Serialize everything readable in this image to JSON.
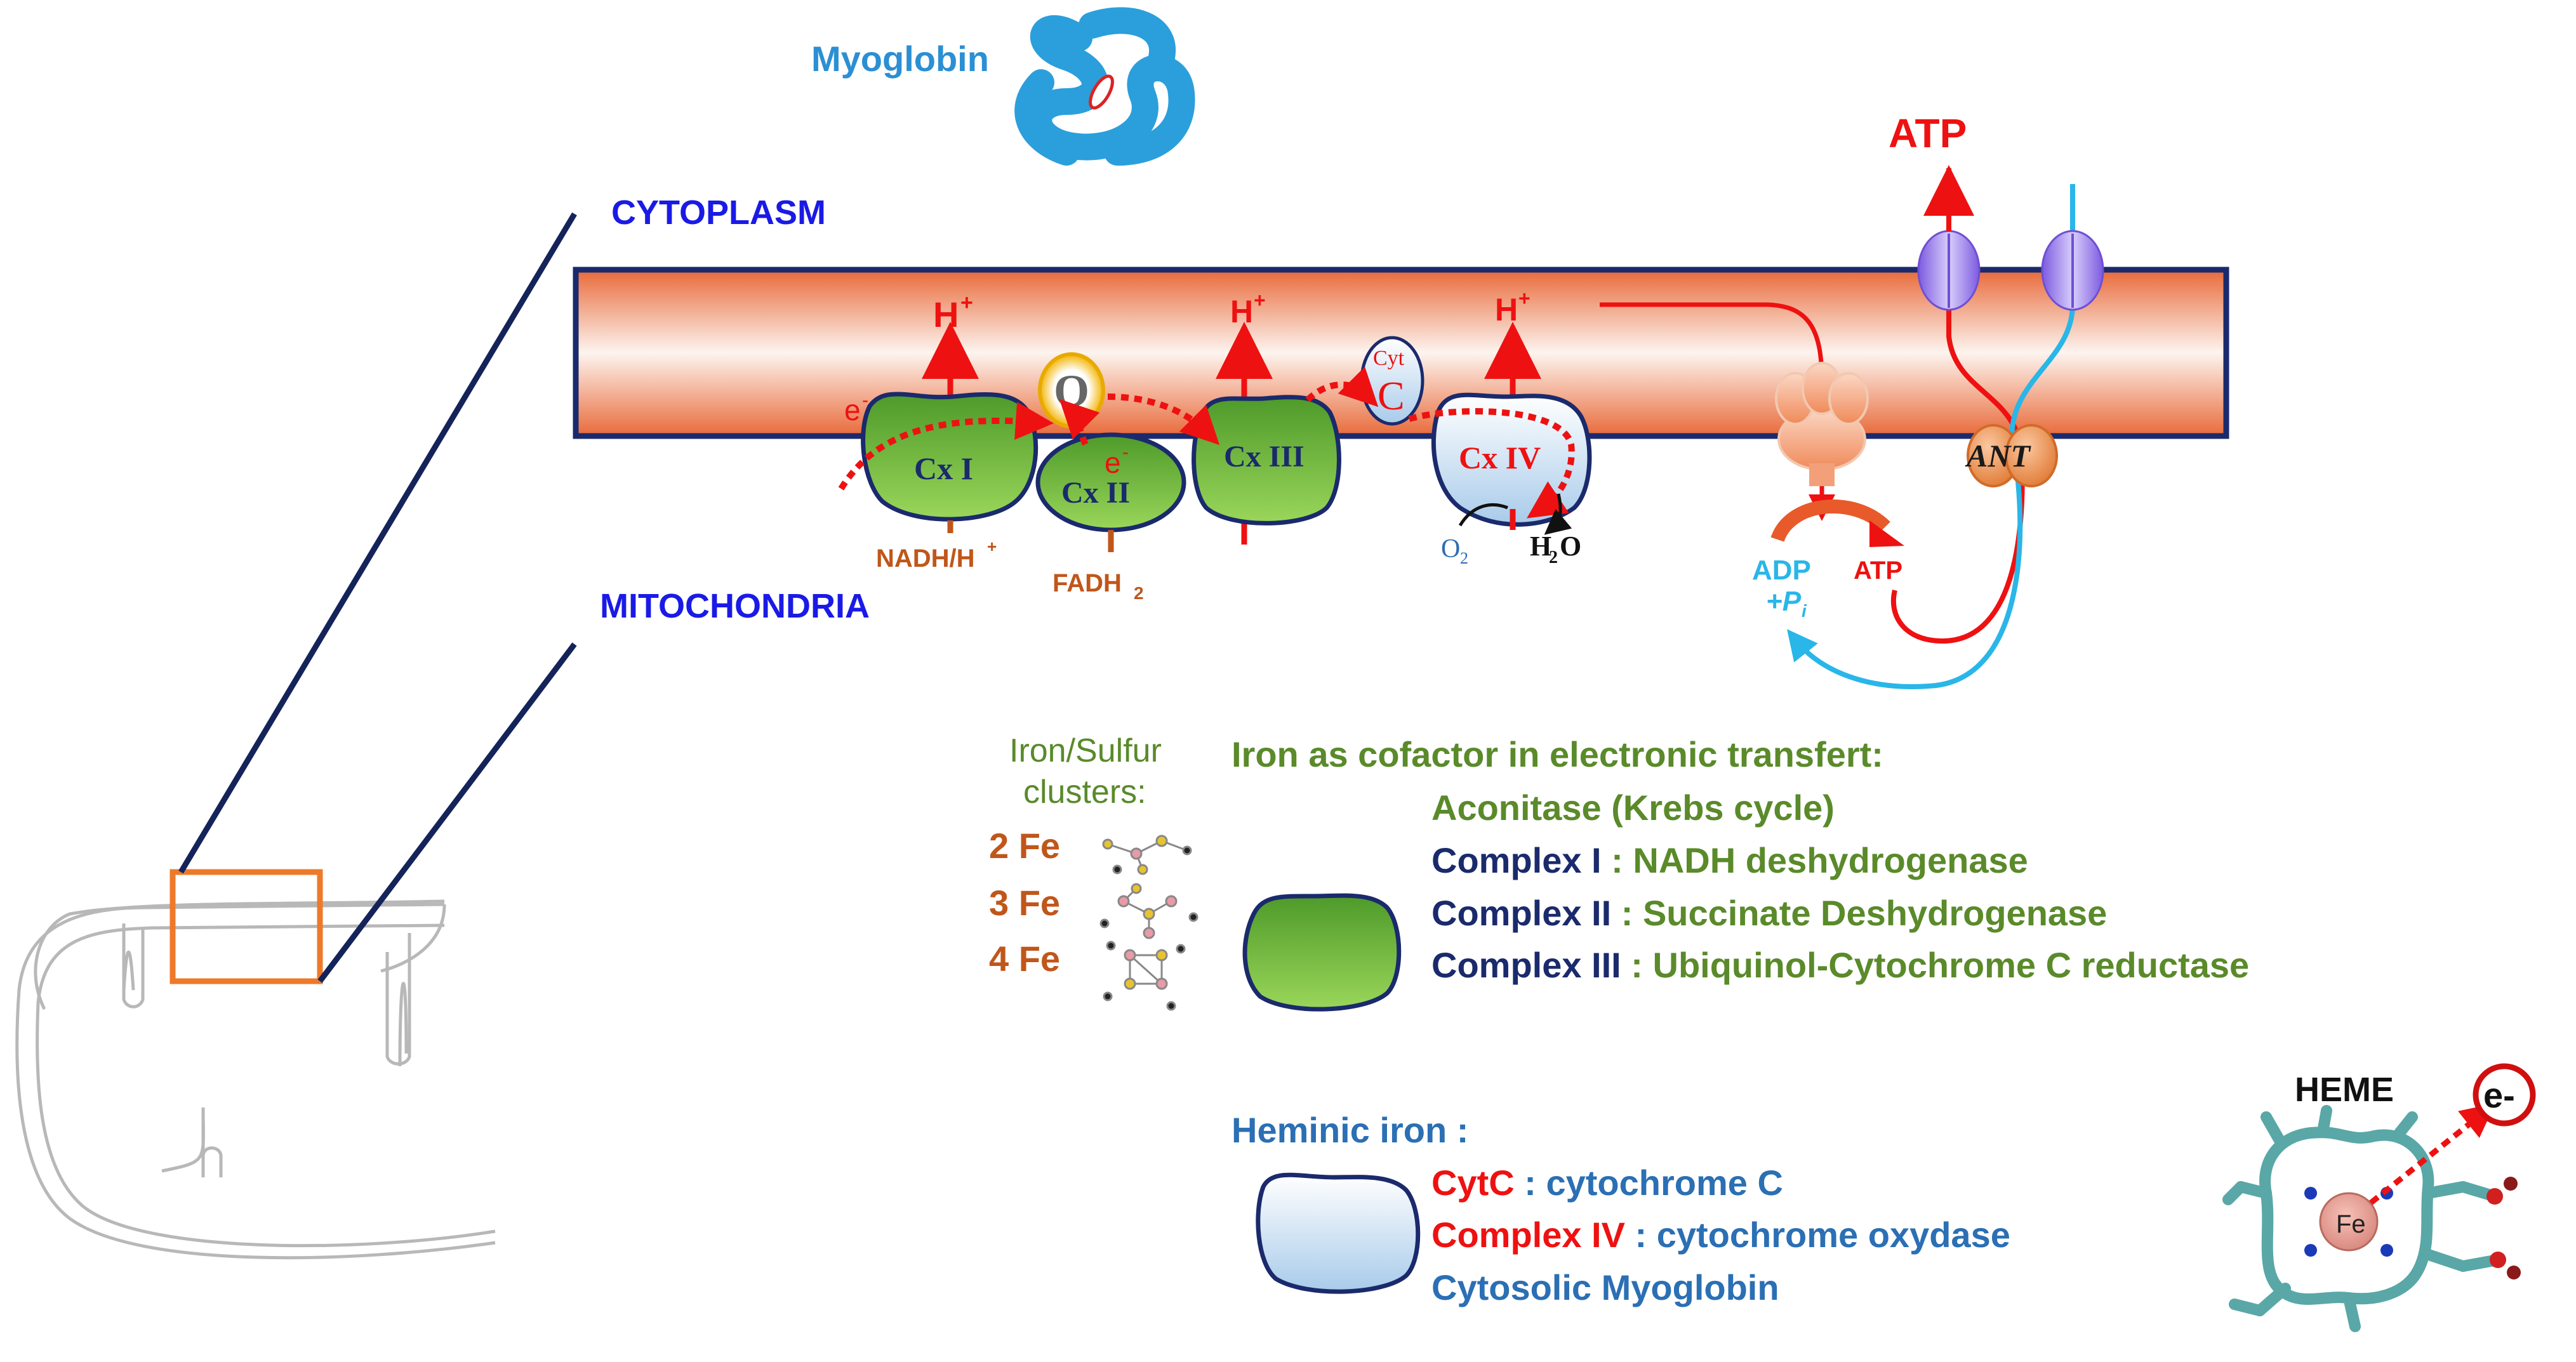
{
  "labels": {
    "myoglobin": "Myoglobin",
    "cytoplasm": "CYTOPLASM",
    "mitochondria": "MITOCHONDRIA",
    "atp_top": "ATP",
    "h_plus": "H",
    "plus": "+",
    "e_minus": "e",
    "minus": "-",
    "q": "Q",
    "cyt": "Cyt",
    "c": "C",
    "cx1": "Cx I",
    "cx2": "Cx II",
    "cx3": "Cx III",
    "cx4": "Cx IV",
    "ant": "ANT",
    "nadh": "NADH/H",
    "fadh": "FADH",
    "fadh_sub": "2",
    "o2": "O",
    "o2_sub": "2",
    "h2o_h": "H",
    "h2o_sub": "2",
    "h2o_o": "O",
    "adp": "ADP",
    "pi": "+P",
    "pi_sub": "i",
    "atp_product": "ATP"
  },
  "legend": {
    "fes_title_1": "Iron/Sulfur",
    "fes_title_2": "clusters:",
    "fe2": "2 Fe",
    "fe3": "3 Fe",
    "fe4": "4 Fe",
    "cofactor_title": "Iron as cofactor in electronic transfert:",
    "aconitase": "Aconitase (Krebs cycle)",
    "complex1_name": "Complex I",
    "complex1_desc": " : NADH deshydrogenase",
    "complex2_name": "Complex II",
    "complex2_desc": " : Succinate Deshydrogenase",
    "complex3_name": "Complex III",
    "complex3_desc": " : Ubiquinol-Cytochrome C reductase",
    "heminic_title": "Heminic iron :",
    "cytc_name": "CytC",
    "cytc_desc": " : cytochrome C",
    "complex4_name": "Complex IV",
    "complex4_desc": " : cytochrome oxydase",
    "myoglobin_line": "Cytosolic Myoglobin",
    "heme": "HEME",
    "fe": "Fe",
    "e_label": "e-"
  },
  "colors": {
    "red": "#ee1111",
    "navy": "#1a2a6c",
    "blue_label": "#1a1ae6",
    "myoglobin_blue": "#2b8fd4",
    "green_text": "#5a8a2a",
    "orange_brown": "#c0561a",
    "cyan": "#29b6e8",
    "green_complex": "#7cc43c",
    "heme_teal": "#5aa7a7"
  }
}
